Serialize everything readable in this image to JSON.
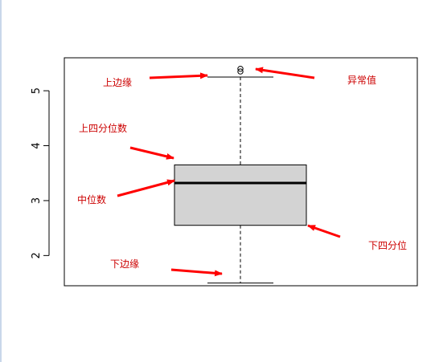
{
  "chart_data": {
    "type": "boxplot",
    "title": "",
    "xlabel": "",
    "ylabel": "",
    "ylim": [
      1.45,
      5.6
    ],
    "yticks": [
      2,
      3,
      4,
      5
    ],
    "ytick_labels": [
      "2",
      "3",
      "4",
      "5"
    ],
    "box": {
      "lower_whisker": 1.5,
      "q1": 2.55,
      "median": 3.32,
      "q3": 3.65,
      "upper_whisker": 5.25
    },
    "outliers": [
      5.35,
      5.4
    ],
    "colors": {
      "box_fill": "#d3d3d3",
      "annotation": "#cc0000",
      "arrow": "#ff0000"
    },
    "annotations": [
      {
        "label": "上边缘",
        "target": "upper_whisker"
      },
      {
        "label": "异常值",
        "target": "outliers"
      },
      {
        "label": "上四分位数",
        "target": "q3"
      },
      {
        "label": "中位数",
        "target": "median"
      },
      {
        "label": "下四分位",
        "target": "q1"
      },
      {
        "label": "下边缘",
        "target": "lower_whisker"
      }
    ]
  }
}
